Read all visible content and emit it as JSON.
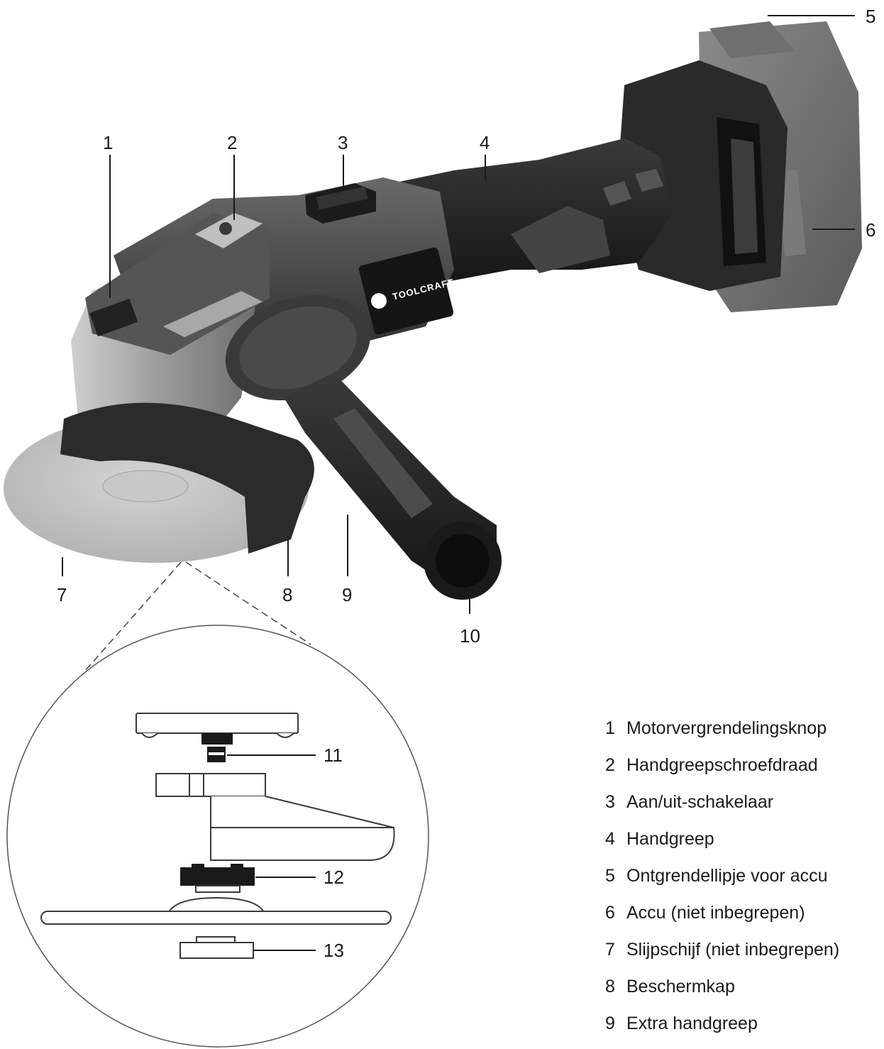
{
  "brand": "TOOLCRAFT",
  "callouts": {
    "c1": "1",
    "c2": "2",
    "c3": "3",
    "c4": "4",
    "c5": "5",
    "c6": "6",
    "c7": "7",
    "c8": "8",
    "c9": "9",
    "c10": "10",
    "c11": "11",
    "c12": "12",
    "c13": "13"
  },
  "legend": [
    {
      "num": "1",
      "label": "Motorvergrendelingsknop"
    },
    {
      "num": "2",
      "label": "Handgreepschroefdraad"
    },
    {
      "num": "3",
      "label": "Aan/uit-schakelaar"
    },
    {
      "num": "4",
      "label": "Handgreep"
    },
    {
      "num": "5",
      "label": "Ontgrendellipje voor accu"
    },
    {
      "num": "6",
      "label": "Accu (niet inbegrepen)"
    },
    {
      "num": "7",
      "label": "Slijpschijf (niet inbegrepen)"
    },
    {
      "num": "8",
      "label": "Beschermkap"
    },
    {
      "num": "9",
      "label": "Extra handgreep"
    }
  ]
}
